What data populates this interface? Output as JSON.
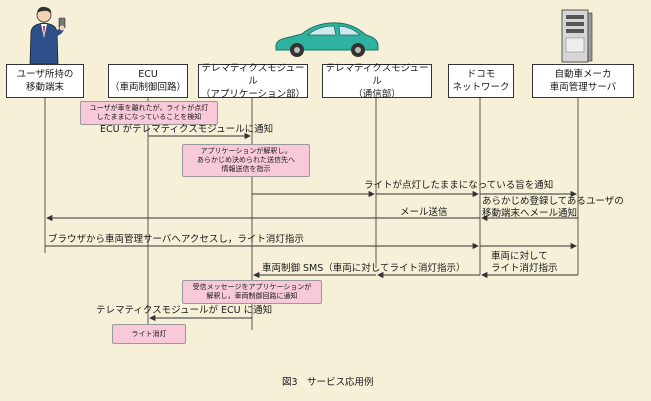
{
  "participants": [
    {
      "line1": "ユーザ所持の",
      "line2": "移動端末"
    },
    {
      "line1": "ECU",
      "line2": "（車両制御回路）"
    },
    {
      "line1": "テレマティクスモジュール",
      "line2": "（アプリケーション部）"
    },
    {
      "line1": "テレマティクスモジュール",
      "line2": "（通信部）"
    },
    {
      "line1": "ドコモ",
      "line2": "ネットワーク"
    },
    {
      "line1": "自動車メーカ",
      "line2": "車両管理サーバ"
    }
  ],
  "notes": {
    "n1_l1": "ユーザが車を離れたが，ライトが点灯",
    "n1_l2": "したままになっていることを検知",
    "n2_l1": "アプリケーションが解釈し，",
    "n2_l2": "あらかじめ決められた送信先へ",
    "n2_l3": "情報送信を指示",
    "n3_l1": "受信メッセージをアプリケーションが",
    "n3_l2": "解釈し，車両制御回路に通知",
    "n4": "ライト消灯"
  },
  "messages": {
    "m1": "ECU がテレマティクスモジュールに通知",
    "m2": "ライトが点灯したままになっている旨を通知",
    "m3_l1": "あらかじめ登録してあるユーザの",
    "m3_l2": "移動端末へメール通知",
    "m4": "メール送信",
    "m5": "ブラウザから車両管理サーバへアクセスし，ライト消灯指示",
    "m6_l1": "車両に対して",
    "m6_l2": "ライト消灯指示",
    "m7": "車両制御 SMS（車両に対してライト消灯指示）",
    "m8": "テレマティクスモジュールが ECU に通知"
  },
  "caption": "図3　サービス応用例",
  "colors": {
    "background": "#f6f0d8",
    "note": "#f7c9d9",
    "car": "#2fb3a0"
  }
}
